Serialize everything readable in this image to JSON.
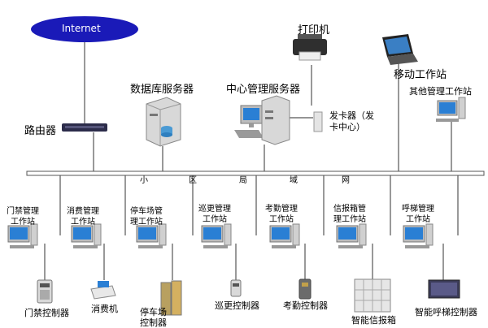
{
  "internet": "Internet",
  "router": "路由器",
  "db_server": "数据库服务器",
  "central_server": "中心管理服务器",
  "printer": "打印机",
  "mobile_ws": "移动工作站",
  "other_ws": "其他管理工作站",
  "card_issuer": [
    "发卡器（发",
    "卡中心）"
  ],
  "lan_chars": [
    "小",
    "区",
    "局",
    "域",
    "网"
  ],
  "workstations": [
    {
      "name": [
        "门禁管理",
        "工作站"
      ],
      "controller": "门禁控制器"
    },
    {
      "name": [
        "消费管理",
        "工作站"
      ],
      "controller": "消费机"
    },
    {
      "name": [
        "停车场管",
        "理工作站"
      ],
      "controller": [
        "停车场",
        "控制器"
      ]
    },
    {
      "name": [
        "巡更管理",
        "工作站"
      ],
      "controller": "巡更控制器"
    },
    {
      "name": [
        "考勤管理",
        "工作站"
      ],
      "controller": "考勤控制器"
    },
    {
      "name": [
        "信报箱管",
        "理工作站"
      ],
      "controller": "智能信报箱"
    },
    {
      "name": [
        "呼梯管理",
        "工作站"
      ],
      "controller": "智能呼梯控制器"
    }
  ],
  "colors": {
    "cloud": "#1a1ab8",
    "line": "#555555",
    "screen": "#2a7fd4",
    "case": "#c8c8c8"
  }
}
